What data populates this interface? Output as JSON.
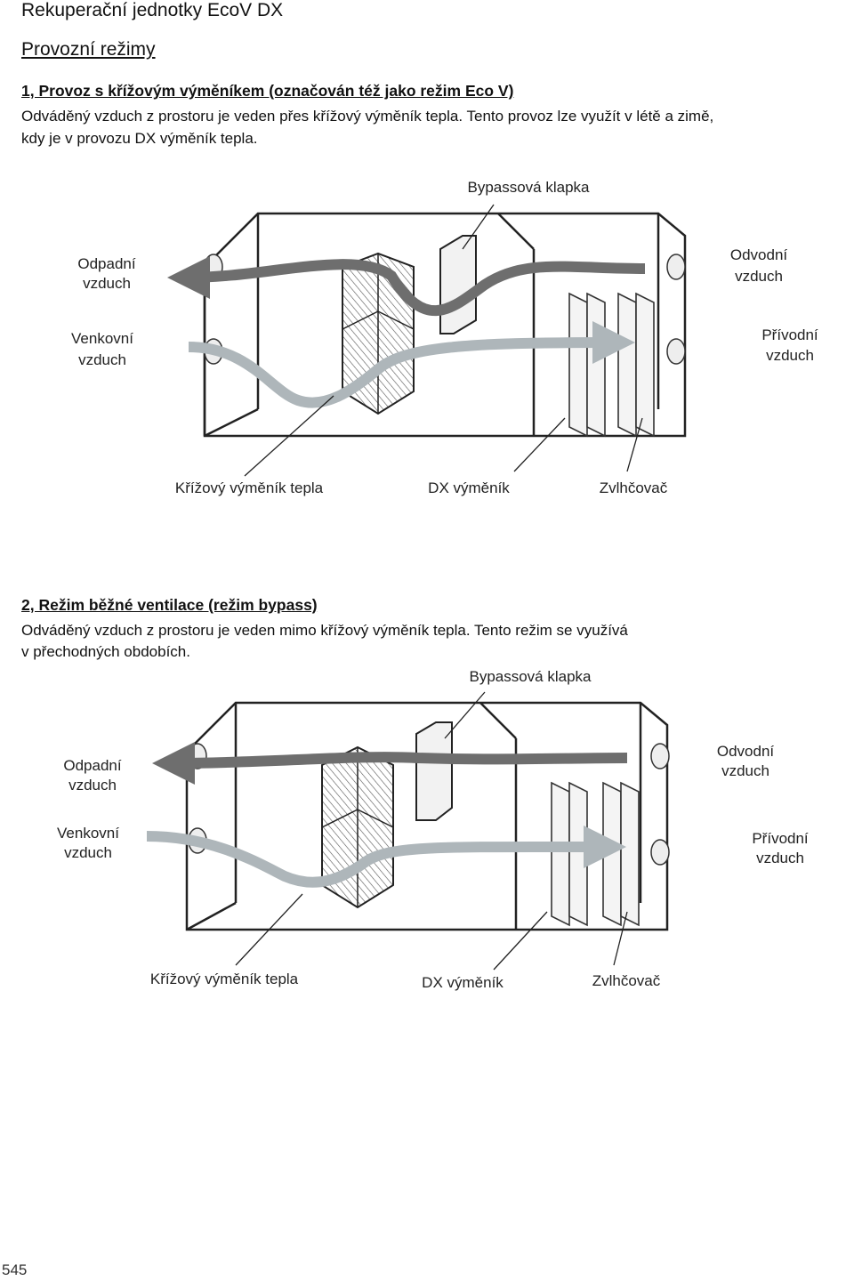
{
  "header": {
    "title": "Rekuperační jednotky EcoV DX",
    "subtitle": "Provozní režimy"
  },
  "section1": {
    "heading": "1, Provoz s křížovým výměníkem (označován též jako režim Eco V)",
    "line1": "Odváděný vzduch z prostoru je veden přes křížový výměník tepla. Tento provoz lze využít v létě a zimě,",
    "line2": "kdy je v provozu DX výměník tepla.",
    "diagram": {
      "bypass": "Bypassová klapka",
      "odpadni_1": "Odpadní",
      "odpadni_2": "vzduch",
      "odvodni_1": "Odvodní",
      "odvodni_2": "vzduch",
      "venkovni_1": "Venkovní",
      "venkovni_2": "vzduch",
      "privodni_1": "Přívodní",
      "privodni_2": "vzduch",
      "cross": "Křížový výměník tepla",
      "dx": "DX výměník",
      "humid": "Zvlhčovač"
    }
  },
  "section2": {
    "heading": "2, Režim běžné ventilace (režim bypass)",
    "line1": "Odváděný vzduch z prostoru je veden mimo křížový výměník tepla. Tento režim se využívá",
    "line2": "v přechodných obdobích.",
    "diagram": {
      "bypass": "Bypassová klapka",
      "odpadni_1": "Odpadní",
      "odpadni_2": "vzduch",
      "odvodni_1": "Odvodní",
      "odvodni_2": "vzduch",
      "venkovni_1": "Venkovní",
      "venkovni_2": "vzduch",
      "privodni_1": "Přívodní",
      "privodni_2": "vzduch",
      "cross": "Křížový výměník tepla",
      "dx": "DX výměník",
      "humid": "Zvlhčovač"
    }
  },
  "footer": {
    "page_number": "545"
  }
}
